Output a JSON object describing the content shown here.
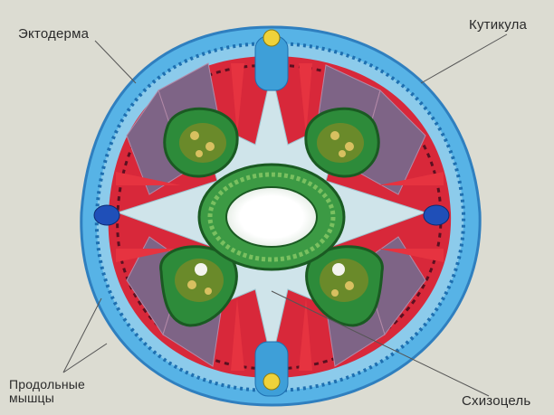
{
  "labels": {
    "ectoderm": "Эктодерма",
    "cuticle": "Кутикула",
    "muscles_line1": "Продольные",
    "muscles_line2": "мышцы",
    "schizocoel": "Схизоцель"
  },
  "colors": {
    "background": "#dcdcd2",
    "cuticle": "#3e9fd8",
    "ectoderm": "#2f7fbf",
    "muscle": "#e02630",
    "muscle_fiber": "#8a6a88",
    "cavity": "#cfe4ea",
    "gut": "#2d8b3a",
    "nerve": "#f0d23a"
  },
  "icons": [
    "nerve-cord",
    "lateral-canal",
    "gonad",
    "intestine"
  ]
}
